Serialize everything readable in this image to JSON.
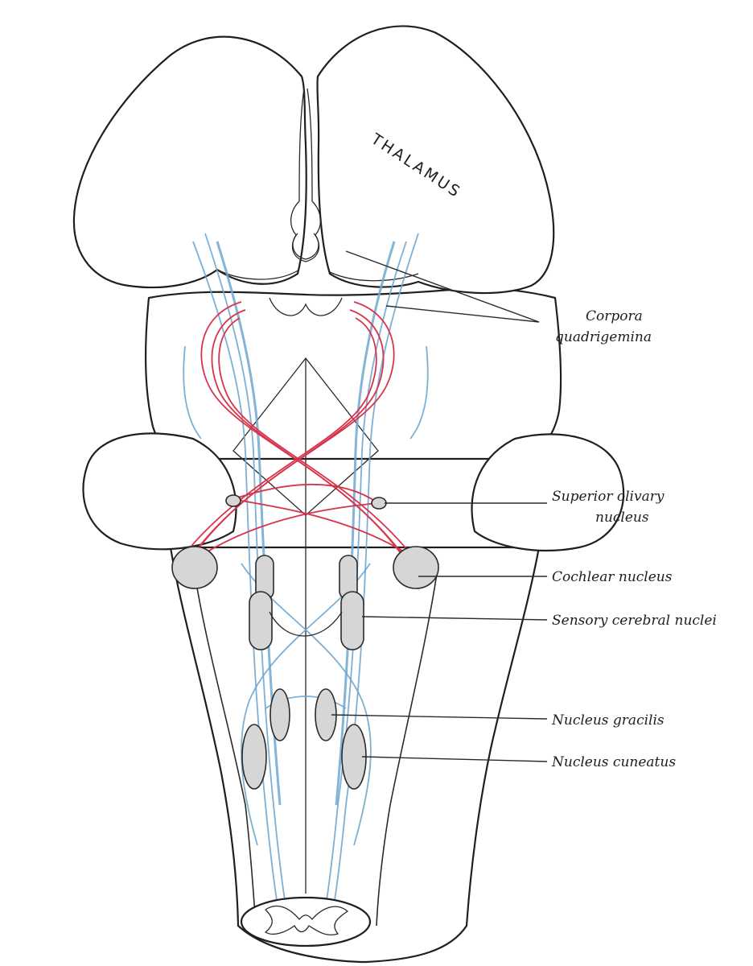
{
  "diagram": {
    "thalamus_label": "THALAMUS",
    "labels": {
      "corpora_l1": "Corpora",
      "corpora_l2": "quadrigemina",
      "superior_l1": "Superior olivary",
      "superior_l2": "nucleus",
      "cochlear": "Cochlear nucleus",
      "sensory": "Sensory cerebral nuclei",
      "gracilis": "Nucleus gracilis",
      "cuneatus": "Nucleus cuneatus"
    },
    "colors": {
      "outline": "#1f1f1f",
      "blue_fibers": "#6fa7cf",
      "red_fibers": "#d8334a",
      "nucleus_fill": "#d6d6d6"
    }
  }
}
